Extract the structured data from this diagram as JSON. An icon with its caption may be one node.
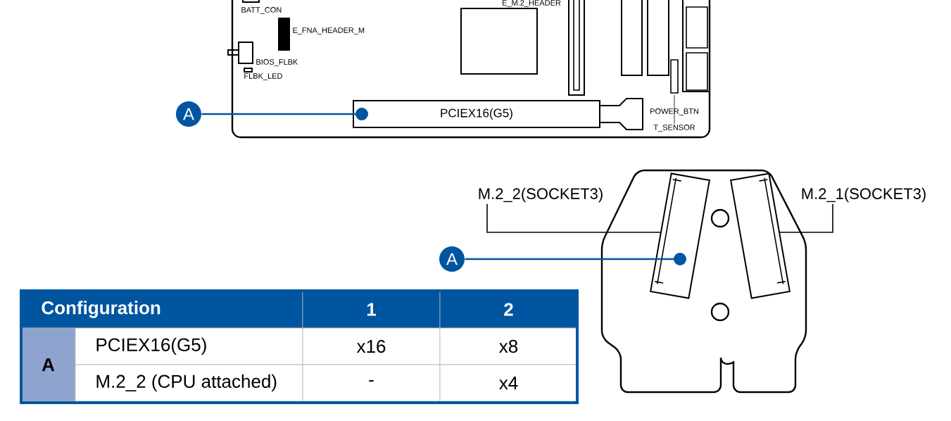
{
  "diagram": {
    "nodes": [
      {
        "text": [],
        "shape": "box"
      },
      {
        "text": [
          "PCIEX16(G5)"
        ],
        "in": 0
      },
      {
        "text": [],
        "shape": "box",
        "in": 0
      },
      {
        "text": [
          "A"
        ]
      },
      {
        "text": [
          "A"
        ]
      },
      {
        "text": [],
        "shape": "box"
      },
      {
        "text": [
          "M.2_2(SOCKET3)"
        ]
      },
      {
        "text": [],
        "shape": "box",
        "in": 5
      },
      {
        "text": [
          "M.2_1(SOCKET3)"
        ]
      },
      {
        "text": [],
        "shape": "box",
        "in": 5
      }
    ],
    "edges": [
      {
        "from": 3,
        "to": 1,
        "arrow": "other",
        "color": "#0055a0"
      },
      {
        "from": 4,
        "to": 7,
        "arrow": "other",
        "color": "#0055a0"
      },
      {
        "from": 6,
        "to": 7,
        "arrow": "none",
        "color": "#000000"
      },
      {
        "from": 8,
        "to": 9,
        "arrow": "none",
        "color": "#000000"
      }
    ],
    "labels": [
      "E_M.2_HEADER",
      "BATT_CON",
      "E_FNA_HEADER_M",
      "BIOS_FLBK",
      "FLBK_LED",
      "POWER_BTN",
      "T_SENSOR",
      "Configuration",
      "1",
      "2",
      "A",
      "PCIEX16(G5)",
      "x16",
      "x8",
      "M.2_2 (CPU attached)",
      "-",
      "x4"
    ]
  }
}
